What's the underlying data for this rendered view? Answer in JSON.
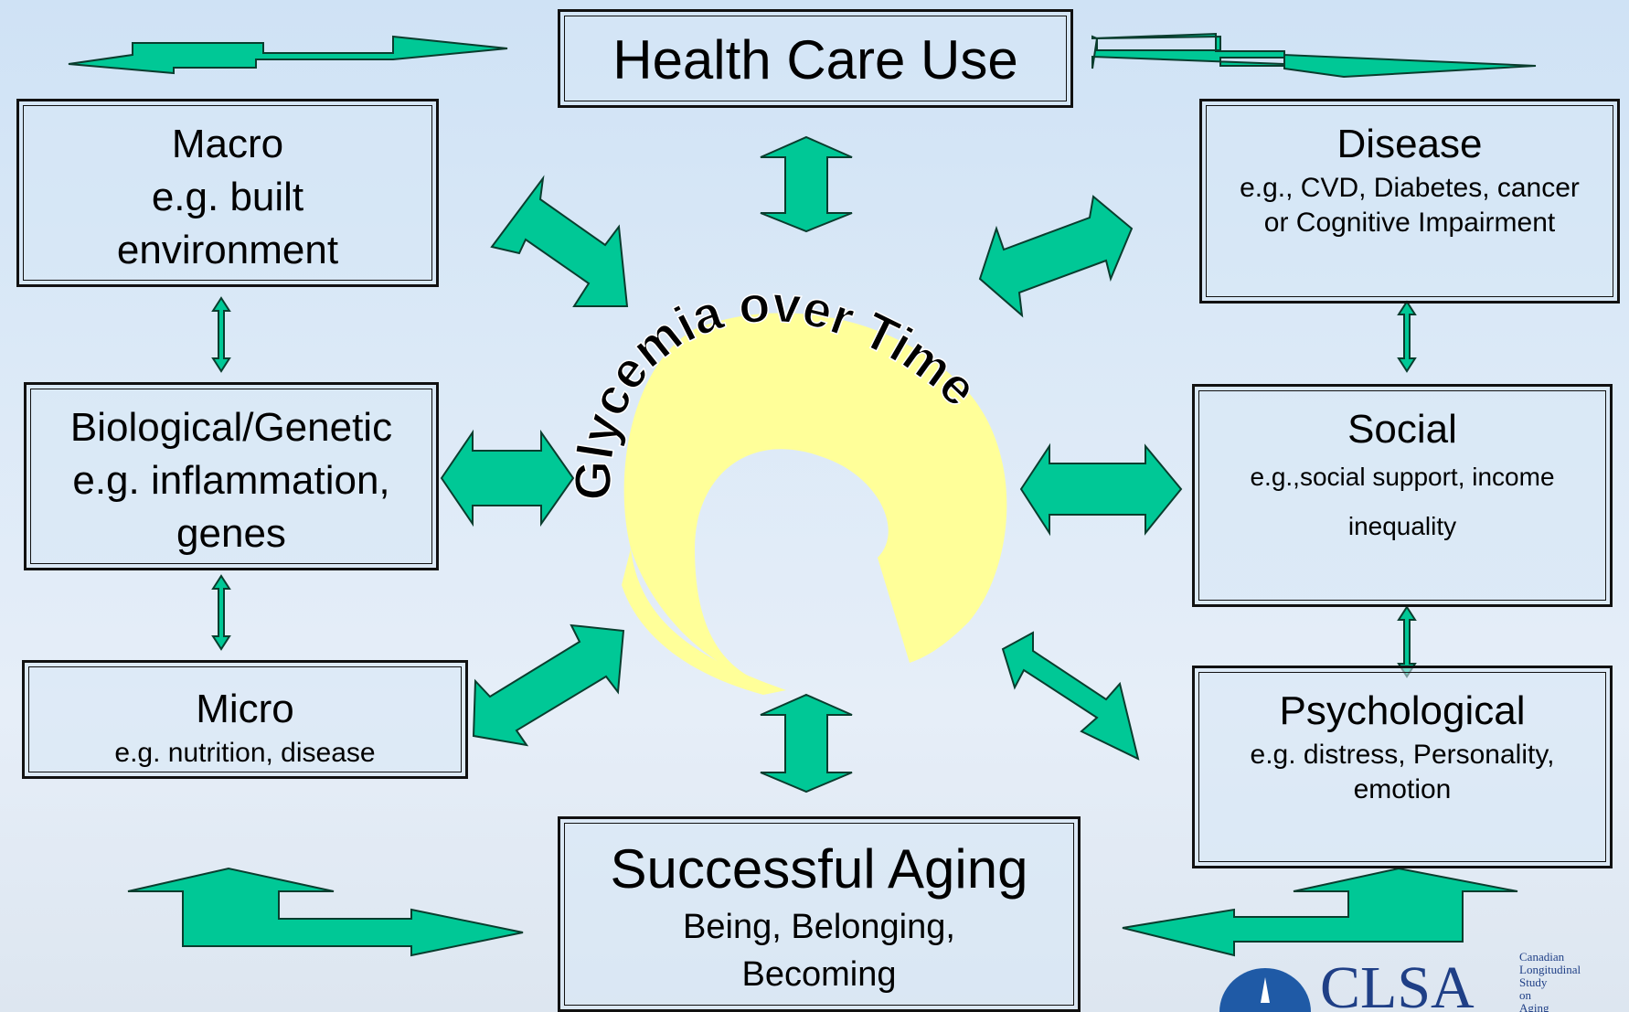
{
  "health_care_use": {
    "title": "Health Care Use"
  },
  "macro": {
    "title": "Macro",
    "line2": "e.g. built",
    "line3": "environment"
  },
  "disease": {
    "title": "Disease",
    "line2": "e.g., CVD, Diabetes, cancer",
    "line3": "or Cognitive Impairment"
  },
  "biological": {
    "title": "Biological/Genetic",
    "line2": "e.g. inflammation,",
    "line3": "genes"
  },
  "social": {
    "title": "Social",
    "line2": "e.g.,social support, income",
    "line3": "inequality"
  },
  "micro": {
    "title": "Micro",
    "line2": "e.g. nutrition, disease"
  },
  "psychological": {
    "title": "Psychological",
    "line2": "e.g. distress, Personality,",
    "line3": "emotion"
  },
  "successful_aging": {
    "title": "Successful Aging",
    "line2": "Being, Belonging,",
    "line3": "Becoming"
  },
  "center": {
    "curved_text": "Glycemia over Time",
    "swirl_color": "#ffff99"
  },
  "logo": {
    "abbr": "CLSA",
    "full": "Canadian Longitudinal Study on Aging"
  },
  "colors": {
    "arrow": "#00c896",
    "arrow_outline": "#0a3d2e",
    "box_border": "#111111"
  }
}
